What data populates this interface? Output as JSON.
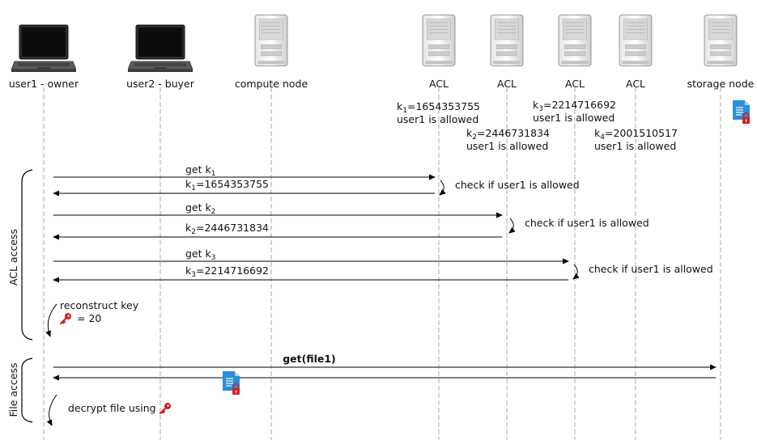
{
  "actors": [
    {
      "label": "user1 - owner",
      "kind": "laptop"
    },
    {
      "label": "user2 - buyer",
      "kind": "laptop"
    },
    {
      "label": "compute node",
      "kind": "server"
    },
    {
      "label": "ACL",
      "kind": "server"
    },
    {
      "label": "ACL",
      "kind": "server"
    },
    {
      "label": "ACL",
      "kind": "server"
    },
    {
      "label": "ACL",
      "kind": "server"
    },
    {
      "label": "storage node",
      "kind": "server"
    }
  ],
  "shares": [
    {
      "k_base": "k",
      "k_sub": "1",
      "k_value": "=1654353755",
      "allowed": "user1 is allowed"
    },
    {
      "k_base": "k",
      "k_sub": "2",
      "k_value": "=2446731834",
      "allowed": "user1 is allowed"
    },
    {
      "k_base": "k",
      "k_sub": "3",
      "k_value": "=2214716692",
      "allowed": "user1 is allowed"
    },
    {
      "k_base": "k",
      "k_sub": "4",
      "k_value": "=2001510517",
      "allowed": "user1 is allowed"
    }
  ],
  "acl_exchanges": [
    {
      "get_base": "get k",
      "get_sub": "1",
      "resp_base": "k",
      "resp_sub": "1",
      "resp_value": "=1654353755",
      "check": "check if user1 is allowed"
    },
    {
      "get_base": "get k",
      "get_sub": "2",
      "resp_base": "k",
      "resp_sub": "2",
      "resp_value": "=2446731834",
      "check": "check if user1 is allowed"
    },
    {
      "get_base": "get k",
      "get_sub": "3",
      "resp_base": "k",
      "resp_sub": "3",
      "resp_value": "=2214716692",
      "check": "check if user1 is allowed"
    }
  ],
  "reconstruct": {
    "label": "reconstruct key",
    "value": "= 20"
  },
  "file_access": {
    "request": "get(file1)",
    "decrypt": "decrypt file using"
  },
  "sections": {
    "acl": "ACL access",
    "file": "File access"
  },
  "colors": {
    "key": "#d62020",
    "file": "#2a8fd6",
    "lock": "#d62020",
    "laptop": "#2b2b2b",
    "lifeline": "#aaaaaa"
  },
  "icons": {
    "key": "key-icon",
    "file": "encrypted-file-icon",
    "laptop": "laptop-icon",
    "server": "server-icon"
  }
}
